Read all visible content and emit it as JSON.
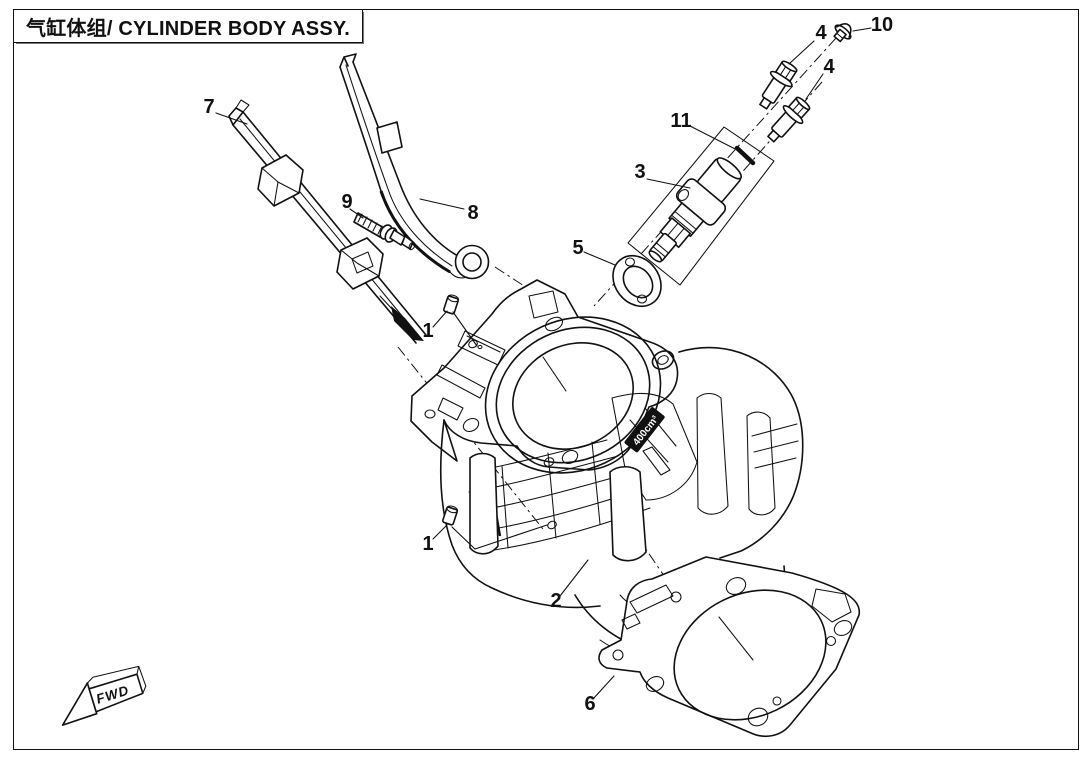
{
  "header": {
    "title": "气缸体组/ CYLINDER BODY ASSY."
  },
  "diagram": {
    "fwd_label": "FWD",
    "cylinder_marking": "400cm³",
    "callouts": {
      "c1a": "1",
      "c1b": "1",
      "c2": "2",
      "c3": "3",
      "c4a": "4",
      "c4b": "4",
      "c5": "5",
      "c6": "6",
      "c7": "7",
      "c8": "8",
      "c9": "9",
      "c10": "10",
      "c11": "11"
    }
  }
}
